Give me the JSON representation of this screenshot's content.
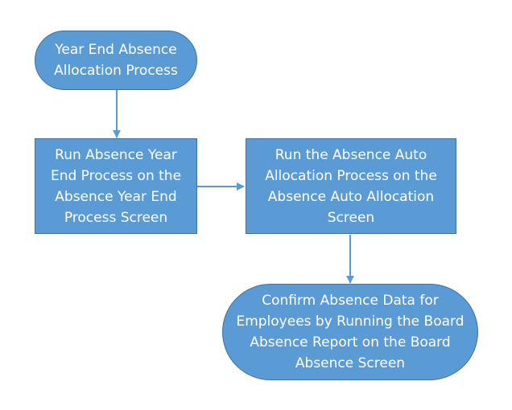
{
  "diagram": {
    "start": {
      "lines": [
        "Year End Absence",
        "Allocation Process"
      ]
    },
    "step1": {
      "lines": [
        "Run Absence Year",
        "End Process on the",
        "Absence Year End",
        "Process Screen"
      ]
    },
    "step2": {
      "lines": [
        "Run the Absence Auto",
        "Allocation Process on the",
        "Absence Auto Allocation",
        "Screen"
      ]
    },
    "end": {
      "lines": [
        "Confirm Absence Data for",
        "Employees by Running the Board",
        "Absence Report on the Board",
        "Absence Screen"
      ]
    },
    "colors": {
      "fill": "#5b9bd5",
      "border": "#41719c",
      "text": "#ffffff",
      "arrow": "#5b9bd5"
    }
  }
}
